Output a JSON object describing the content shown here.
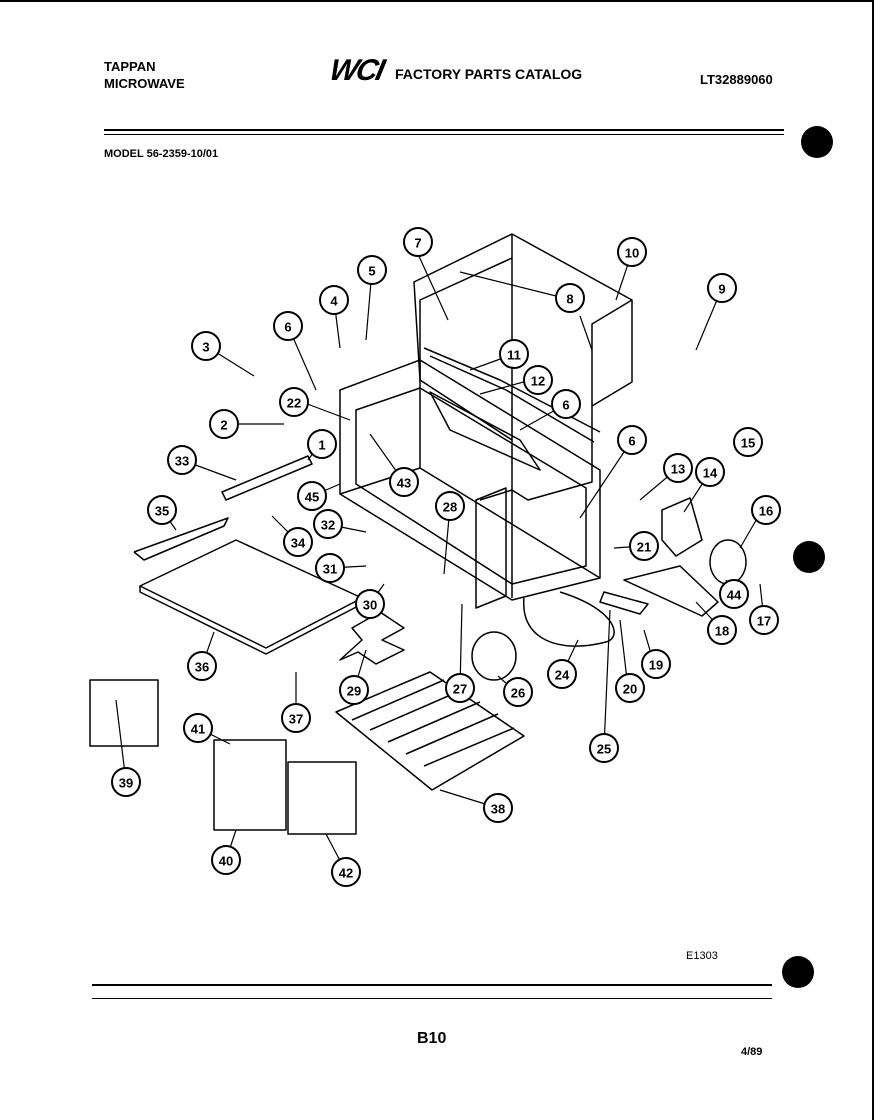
{
  "header": {
    "brand_line1": "TAPPAN",
    "brand_line2": "MICROWAVE",
    "logo": "WCI",
    "catalog_title": "FACTORY PARTS CATALOG",
    "catalog_code": "LT32889060"
  },
  "model_line": "MODEL 56-2359-10/01",
  "footer": {
    "drawing_code": "E1303",
    "page": "B10",
    "date": "4/89"
  },
  "callouts": [
    {
      "id": "c1",
      "label": "1"
    },
    {
      "id": "c2",
      "label": "2"
    },
    {
      "id": "c3",
      "label": "3"
    },
    {
      "id": "c4",
      "label": "4"
    },
    {
      "id": "c5",
      "label": "5"
    },
    {
      "id": "c6a",
      "label": "6"
    },
    {
      "id": "c6b",
      "label": "6"
    },
    {
      "id": "c6c",
      "label": "6"
    },
    {
      "id": "c7",
      "label": "7"
    },
    {
      "id": "c8",
      "label": "8"
    },
    {
      "id": "c9",
      "label": "9"
    },
    {
      "id": "c10",
      "label": "10"
    },
    {
      "id": "c11",
      "label": "11"
    },
    {
      "id": "c12",
      "label": "12"
    },
    {
      "id": "c13",
      "label": "13"
    },
    {
      "id": "c14",
      "label": "14"
    },
    {
      "id": "c15",
      "label": "15"
    },
    {
      "id": "c16",
      "label": "16"
    },
    {
      "id": "c17",
      "label": "17"
    },
    {
      "id": "c18",
      "label": "18"
    },
    {
      "id": "c19",
      "label": "19"
    },
    {
      "id": "c20",
      "label": "20"
    },
    {
      "id": "c21",
      "label": "21"
    },
    {
      "id": "c22",
      "label": "22"
    },
    {
      "id": "c24",
      "label": "24"
    },
    {
      "id": "c25",
      "label": "25"
    },
    {
      "id": "c26",
      "label": "26"
    },
    {
      "id": "c27",
      "label": "27"
    },
    {
      "id": "c28",
      "label": "28"
    },
    {
      "id": "c29",
      "label": "29"
    },
    {
      "id": "c30",
      "label": "30"
    },
    {
      "id": "c31",
      "label": "31"
    },
    {
      "id": "c32",
      "label": "32"
    },
    {
      "id": "c33",
      "label": "33"
    },
    {
      "id": "c34",
      "label": "34"
    },
    {
      "id": "c35",
      "label": "35"
    },
    {
      "id": "c36",
      "label": "36"
    },
    {
      "id": "c37",
      "label": "37"
    },
    {
      "id": "c38",
      "label": "38"
    },
    {
      "id": "c39",
      "label": "39"
    },
    {
      "id": "c40",
      "label": "40"
    },
    {
      "id": "c41",
      "label": "41"
    },
    {
      "id": "c42",
      "label": "42"
    },
    {
      "id": "c43",
      "label": "43"
    },
    {
      "id": "c44",
      "label": "44"
    },
    {
      "id": "c45",
      "label": "45"
    }
  ]
}
